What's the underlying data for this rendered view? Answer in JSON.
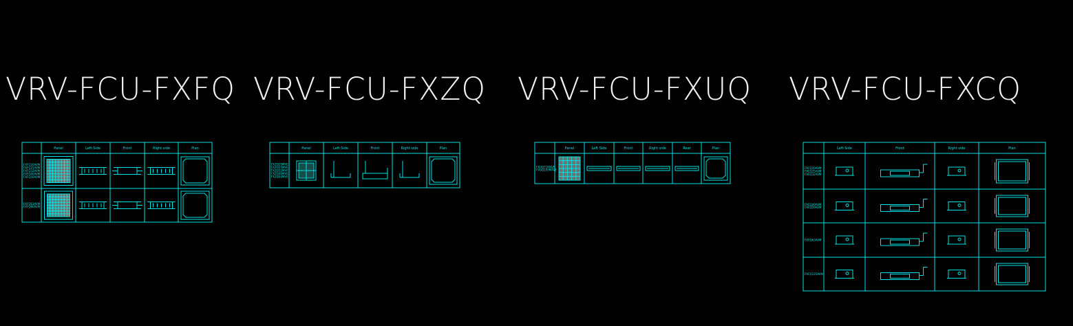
{
  "colors": {
    "background": "#000000",
    "title": "#f2f2f2",
    "line": "#00e5e5",
    "panel_fill": "#707070"
  },
  "blocks": [
    {
      "title": "VRV-FCU-FXFQ",
      "headers": [
        "",
        "Panel",
        "Left Side",
        "Front",
        "Right side",
        "Plan"
      ],
      "rows": [
        {
          "label": "FXFQ20AVM FXFQ25AVM FXFQ32AVM FXFQ40AVM FXFQ50AVM",
          "cells": [
            "cassette-panel-icon",
            "unit-side-icon",
            "unit-front-icon",
            "unit-side-icon",
            "plan-square-icon"
          ]
        },
        {
          "label": "FXFQ63AVM FXFQ80AVM",
          "cells": [
            "cassette-panel-icon",
            "unit-side-icon",
            "unit-front-icon",
            "unit-side-icon",
            "plan-square-icon"
          ]
        }
      ]
    },
    {
      "title": "VRV-FCU-FXZQ",
      "headers": [
        "",
        "Panel",
        "Left Side",
        "Front",
        "Right side",
        "Plan"
      ],
      "rows": [
        {
          "label": "FXZQ20MVE FXZQ25MVE FXZQ32MVE FXZQ40MVE FXZQ50MVE",
          "cells": [
            "small-panel-icon",
            "drain-side-icon",
            "drain-front-icon",
            "drain-side-icon",
            "plan-square-icon"
          ]
        }
      ]
    },
    {
      "title": "VRV-FCU-FXUQ",
      "headers": [
        "",
        "Panel",
        "Left Side",
        "Front",
        "Right side",
        "Rear",
        "Plan"
      ],
      "rows": [
        {
          "label": "FXUQ71MAVE FXUQ100MAVE",
          "cells": [
            "grille-panel-icon",
            "flat-unit-icon",
            "flat-unit-icon",
            "flat-unit-icon",
            "flat-unit-icon",
            "plan-square-icon"
          ]
        }
      ]
    },
    {
      "title": "VRV-FCU-FXCQ",
      "headers": [
        "",
        "Left Side",
        "Front",
        "Right side",
        "Plan"
      ],
      "rows": [
        {
          "label": "FXCQ20AVM FXCQ25AVM FXCQ32AVM",
          "cells": [
            "box-side-icon",
            "duct-front-icon",
            "box-side-icon",
            "plan-rect-icon"
          ]
        },
        {
          "label": "FXCQ40AVM FXCQ50AVM",
          "cells": [
            "box-side-icon",
            "duct-front-icon",
            "box-side-icon",
            "plan-rect-icon"
          ]
        },
        {
          "label": "FXCQ63AVM",
          "cells": [
            "box-side-icon",
            "duct-front-icon",
            "box-side-icon",
            "plan-rect-icon"
          ]
        },
        {
          "label": "FXCQ125AVM",
          "cells": [
            "box-side-icon",
            "duct-front-icon",
            "box-side-icon",
            "plan-rect-icon"
          ]
        }
      ]
    }
  ]
}
